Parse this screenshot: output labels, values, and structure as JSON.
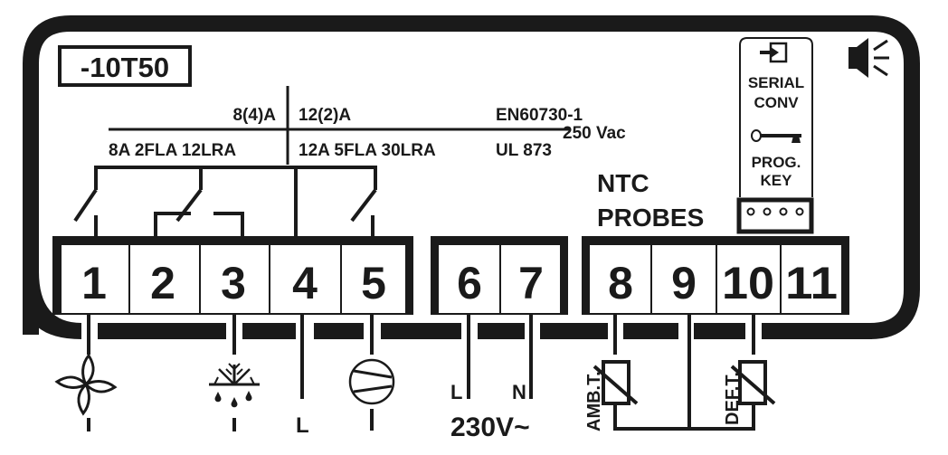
{
  "model": "-10T50",
  "ratings": {
    "relay_a_iec": "8(4)A",
    "relay_b_iec": "12(2)A",
    "standard_iec": "EN60730-1",
    "voltage": "250 Vac",
    "relay_a_ul": "8A 2FLA 12LRA",
    "relay_b_ul": "12A 5FLA 30LRA",
    "standard_ul": "UL 873"
  },
  "terminals": [
    "1",
    "2",
    "3",
    "4",
    "5",
    "6",
    "7",
    "8",
    "9",
    "10",
    "11"
  ],
  "probes": {
    "title_line1": "NTC",
    "title_line2": "PROBES",
    "ambient": "AMB.T.",
    "defrost": "DEF.T."
  },
  "serial": {
    "line1": "SERIAL",
    "line2": "CONV",
    "line3": "PROG.",
    "line4": "KEY"
  },
  "power": {
    "live": "L",
    "neutral": "N",
    "supply": "230V~"
  },
  "loads": {
    "fan": "fan-icon",
    "defrost": "defrost-icon",
    "line": "L",
    "compressor": "compressor-icon"
  },
  "icons": {
    "buzzer": "speaker-icon",
    "key": "key-icon",
    "serial": "serial-input-icon"
  }
}
